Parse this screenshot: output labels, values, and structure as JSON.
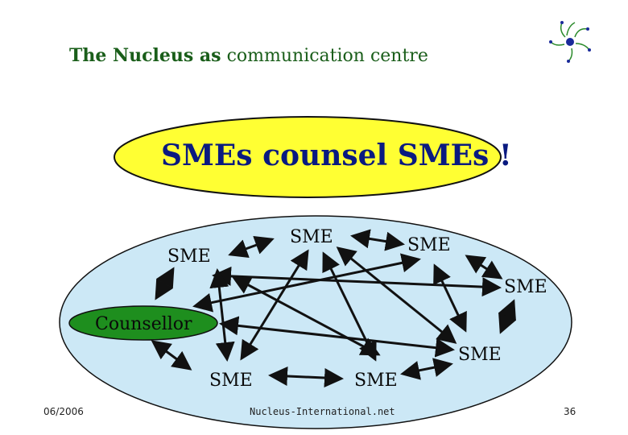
{
  "title": {
    "bold_part": "The Nucleus as",
    "rest": "communication centre"
  },
  "banner": "SMEs counsel SMEs !",
  "nodes": {
    "sme_left": "SME",
    "sme_top": "SME",
    "sme_top_right": "SME",
    "sme_right": "SME",
    "sme_lower_right": "SME",
    "sme_bottom_left": "SME",
    "sme_bottom_mid": "SME",
    "counsellor": "Counsellor"
  },
  "footer": {
    "date": "06/2006",
    "site": "Nucleus-International.net",
    "page": "36"
  },
  "colors": {
    "title": "#1a5e1a",
    "banner_fill": "#ffff33",
    "network_fill": "#cce8f6",
    "counsellor_fill": "#1e8e1e",
    "arrow": "#111111"
  },
  "icons": [
    "nucleus-logo-icon"
  ]
}
